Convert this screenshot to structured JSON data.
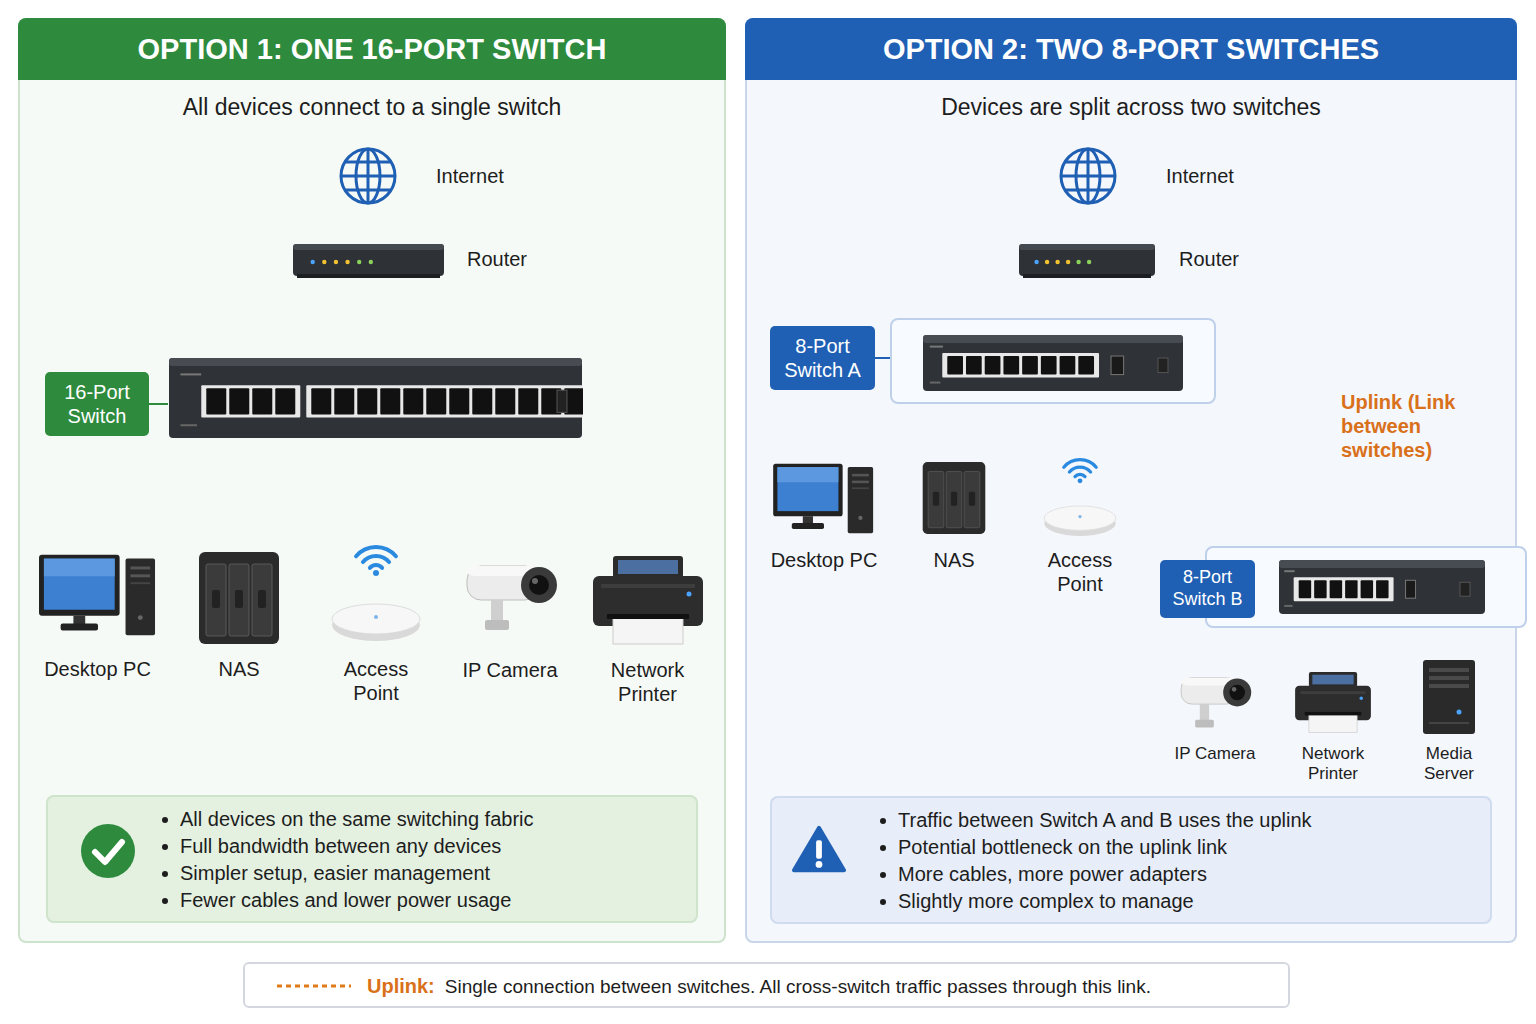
{
  "diagram": {
    "nodes": [
      {
        "text": [
          "OPTION 1: ONE 16-PORT SWITCH",
          "All devices connect to a single switch"
        ]
      },
      {
        "text": [
          "Internet"
        ],
        "in": 0
      },
      {
        "text": [
          "Router"
        ],
        "in": 0
      },
      {
        "text": [
          "16-Port Switch"
        ],
        "in": 0
      },
      {
        "text": [
          "Desktop PC"
        ],
        "in": 0
      },
      {
        "text": [
          "NAS"
        ],
        "in": 0
      },
      {
        "text": [
          "Access Point"
        ],
        "in": 0
      },
      {
        "text": [
          "IP Camera"
        ],
        "in": 0
      },
      {
        "text": [
          "Network Printer"
        ],
        "in": 0
      },
      {
        "text": [
          "All devices on the same switching fabric",
          "Full bandwidth between any devices",
          "Simpler setup, easier management",
          "Fewer cables and lower power usage"
        ],
        "in": 0
      },
      {
        "text": [
          "OPTION 2: TWO 8-PORT SWITCHES",
          "Devices are split across two switches"
        ]
      },
      {
        "text": [
          "Internet"
        ],
        "in": 10
      },
      {
        "text": [
          "Router"
        ],
        "in": 10
      },
      {
        "text": [
          "8-Port Switch A"
        ],
        "in": 10
      },
      {
        "text": [
          "Desktop PC"
        ],
        "in": 10
      },
      {
        "text": [
          "NAS"
        ],
        "in": 10
      },
      {
        "text": [
          "Access Point"
        ],
        "in": 10
      },
      {
        "text": [
          "8-Port Switch B"
        ],
        "in": 10
      },
      {
        "text": [
          "IP Camera"
        ],
        "in": 10
      },
      {
        "text": [
          "Network Printer"
        ],
        "in": 10
      },
      {
        "text": [
          "Media Server"
        ],
        "in": 10
      },
      {
        "text": [
          "Traffic between Switch A and B uses the uplink",
          "Potential bottleneck on the uplink link",
          "More cables, more power adapters",
          "Slightly more complex to manage"
        ],
        "in": 10
      }
    ],
    "edges": [
      {
        "from": 1,
        "to": 2,
        "arrow": "none"
      },
      {
        "from": 2,
        "to": 3,
        "arrow": "none"
      },
      {
        "from": 3,
        "to": 4,
        "arrow": "none"
      },
      {
        "from": 3,
        "to": 5,
        "arrow": "none"
      },
      {
        "from": 3,
        "to": 6,
        "arrow": "none"
      },
      {
        "from": 3,
        "to": 7,
        "arrow": "none"
      },
      {
        "from": 3,
        "to": 8,
        "arrow": "none"
      },
      {
        "from": 11,
        "to": 12,
        "arrow": "none"
      },
      {
        "from": 12,
        "to": 13,
        "arrow": "none"
      },
      {
        "from": 13,
        "to": 14,
        "arrow": "none"
      },
      {
        "from": 13,
        "to": 15,
        "arrow": "none"
      },
      {
        "from": 13,
        "to": 16,
        "arrow": "none"
      },
      {
        "from": 13,
        "to": 17,
        "label": "Uplink (Link between switches)",
        "arrow": "none"
      },
      {
        "from": 17,
        "to": 18,
        "arrow": "none"
      },
      {
        "from": 17,
        "to": 19,
        "arrow": "none"
      },
      {
        "from": 17,
        "to": 20,
        "arrow": "none"
      }
    ],
    "labels": [
      "Single connection between switches. All cross-switch traffic passes through this link."
    ],
    "legend": [
      {
        "text": "Uplink:"
      }
    ]
  }
}
